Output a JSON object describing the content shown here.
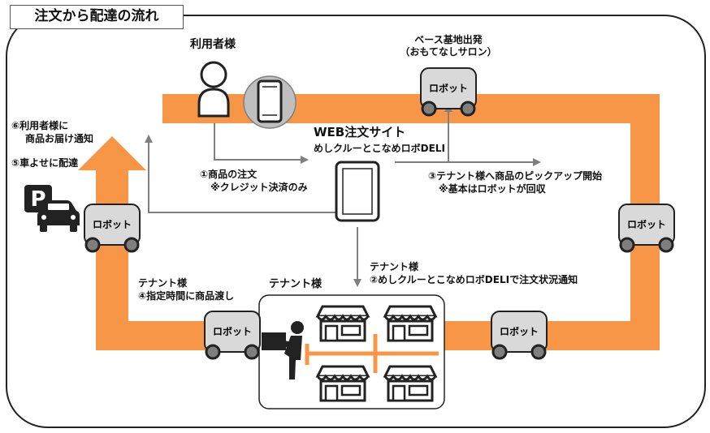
{
  "title": "注文から配達の流れ",
  "user": {
    "label": "利用者様"
  },
  "base": {
    "line1": "ベース基地出発",
    "line2": "（おもてなしサロン）"
  },
  "site": {
    "line1": "WEB注文サイト",
    "line2": "めしクルーとこなめロボDELI"
  },
  "robot_label": "ロボット",
  "steps": {
    "s1_l1": "①商品の注文",
    "s1_l2": "※クレジット決済のみ",
    "s2_l1": "テナント様",
    "s2_l2": "②めしクルーとこなめロボDELIで注文状況通知",
    "s3_l1": "③テナント様へ商品のピックアップ開始",
    "s3_l2": "※基本はロボットが回収",
    "s4_l1": "テナント様",
    "s4_l2": "④指定時間に商品渡し",
    "s5": "⑤車よせに配達",
    "s6_l1": "⑥利用者様に",
    "s6_l2": "商品お届け通知"
  },
  "tenant_box_label": "テナント様",
  "parking_letter": "P",
  "colors": {
    "orange": "#F79646",
    "robot_body": "#D9D9D9",
    "dark": "#222222",
    "arrow_gray": "#7F7F7F"
  },
  "icons": [
    "person-icon",
    "smartphone-icon",
    "tablet-icon",
    "parking-icon",
    "car-icon",
    "store-icon",
    "worker-icon"
  ]
}
